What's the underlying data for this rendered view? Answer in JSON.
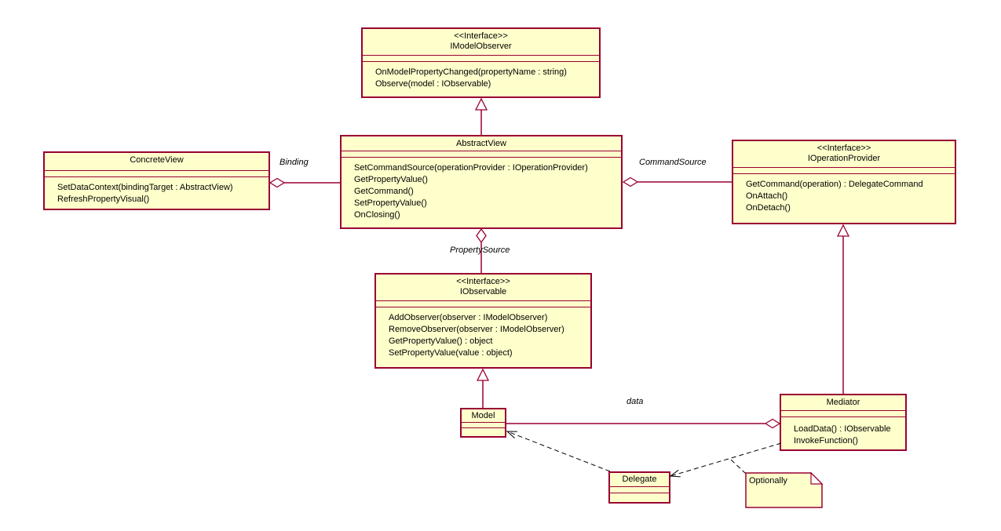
{
  "diagram": {
    "classes": {
      "imodelobserver": {
        "stereotype": "<<Interface>>",
        "name": "IModelObserver",
        "methods": [
          "OnModelPropertyChanged(propertyName : string)",
          "Observe(model : IObservable)"
        ]
      },
      "abstractview": {
        "name": "AbstractView",
        "methods": [
          "SetCommandSource(operationProvider : IOperationProvider)",
          "GetPropertyValue()",
          "GetCommand()",
          "SetPropertyValue()",
          "OnClosing()"
        ]
      },
      "concreteview": {
        "name": "ConcreteView",
        "methods": [
          "SetDataContext(bindingTarget : AbstractView)",
          "RefreshPropertyVisual()"
        ]
      },
      "ioperationprovider": {
        "stereotype": "<<Interface>>",
        "name": "IOperationProvider",
        "methods": [
          "GetCommand(operation) : DelegateCommand",
          "OnAttach()",
          "OnDetach()"
        ]
      },
      "iobservable": {
        "stereotype": "<<Interface>>",
        "name": "IObservable",
        "methods": [
          "AddObserver(observer : IModelObserver)",
          "RemoveObserver(observer : IModelObserver)",
          "GetPropertyValue() : object",
          "SetPropertyValue(value : object)"
        ]
      },
      "model": {
        "name": "Model",
        "methods": []
      },
      "mediator": {
        "name": "Mediator",
        "methods": [
          "LoadData() : IObservable",
          "InvokeFunction()"
        ]
      },
      "delegate": {
        "name": "Delegate",
        "methods": []
      }
    },
    "labels": {
      "binding": "Binding",
      "command_source": "CommandSource",
      "property_source": "PropertySource",
      "data": "data"
    },
    "note": {
      "text": "Optionally"
    },
    "colors": {
      "box_fill": "#FFFFCC",
      "box_border": "#990033",
      "solid_line": "#990033",
      "dashed_line": "#000000",
      "text": "#000000",
      "background": "#FFFFFF"
    }
  }
}
